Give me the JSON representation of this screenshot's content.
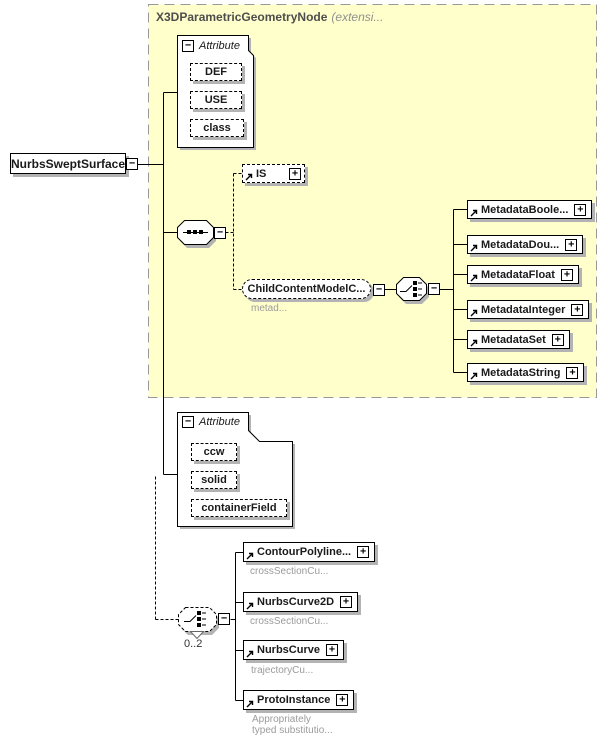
{
  "colors": {
    "container_fill": "#FFFFCC",
    "container_border": "#999999",
    "box_border": "#000000",
    "box_shadow": "#B3B3B3",
    "annotation_text": "#9B9B9B",
    "title_text": "#4D4D4D"
  },
  "glyphs": {
    "collapse": "−",
    "expand": "+"
  },
  "root_element": {
    "label": "NurbsSweptSurface"
  },
  "base_type_group": {
    "title": "X3DParametricGeometryNode",
    "title_suffix": "(extensi...",
    "attribute_group": {
      "header": "Attribute",
      "items": [
        {
          "label": "DEF"
        },
        {
          "label": "USE"
        },
        {
          "label": "class"
        }
      ]
    },
    "is_element": {
      "label": "IS"
    },
    "child_content_group": {
      "label": "ChildContentModelC...",
      "annotation": "metad..."
    },
    "metadata_elements": [
      {
        "label": "MetadataBoole..."
      },
      {
        "label": "MetadataDou..."
      },
      {
        "label": "MetadataFloat"
      },
      {
        "label": "MetadataInteger"
      },
      {
        "label": "MetadataSet"
      },
      {
        "label": "MetadataString"
      }
    ]
  },
  "local_attribute_group": {
    "header": "Attribute",
    "items": [
      {
        "label": "ccw"
      },
      {
        "label": "solid"
      },
      {
        "label": "containerField"
      }
    ]
  },
  "content_choice": {
    "occurrence": "0..2"
  },
  "child_elements": [
    {
      "label": "ContourPolyline...",
      "annotation": "crossSectionCu..."
    },
    {
      "label": "NurbsCurve2D",
      "annotation": "crossSectionCu..."
    },
    {
      "label": "NurbsCurve",
      "annotation": "trajectoryCu..."
    },
    {
      "label": "ProtoInstance",
      "annotation": "Appropriately",
      "annotation_line2": "typed substitutio..."
    }
  ]
}
